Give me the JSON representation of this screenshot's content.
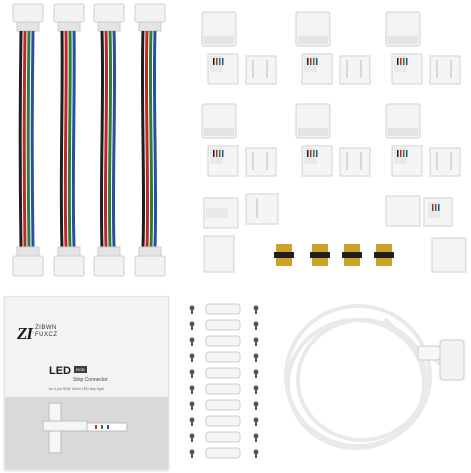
{
  "box": {
    "logo_mark": "ZI",
    "logo_text": "ZIBWN\nFUXCZ",
    "headline": "LED",
    "badge": "RGB",
    "subtitle": "Strip Connector",
    "small_print": "for 4 pin RGB 10mm LED strip light"
  },
  "colors": {
    "connector_white": "#f2f2f2",
    "wire_black": "#1e1e1e",
    "wire_red": "#c1272d",
    "wire_green": "#2f7d3b",
    "wire_blue": "#2a4fa0",
    "cable_white": "#eeeeee",
    "pin_gold": "#c9a227"
  },
  "icons": [
    "jumper-cable-icon",
    "l-connector-icon",
    "pin-header-icon",
    "clip-icon",
    "screw-icon",
    "extension-cable-icon"
  ]
}
